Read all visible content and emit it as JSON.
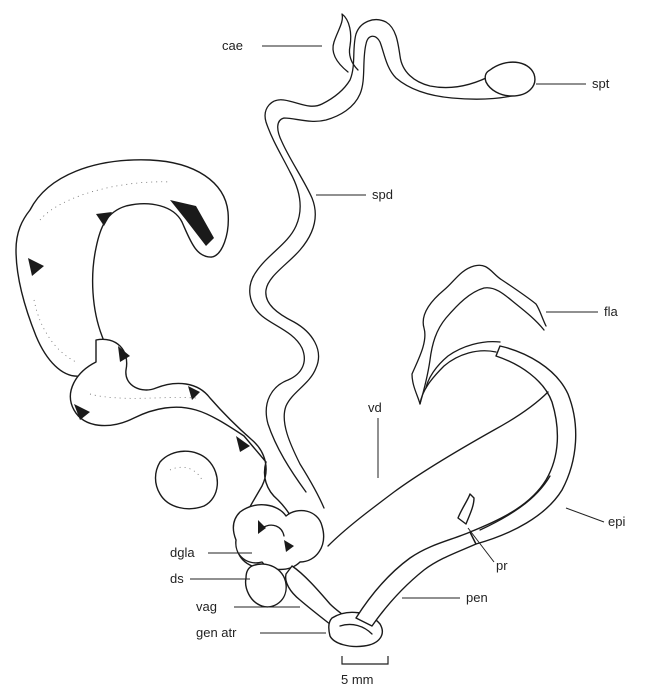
{
  "figure": {
    "labels": {
      "cae": "cae",
      "spt": "spt",
      "spd": "spd",
      "fla": "fla",
      "vd": "vd",
      "epi": "epi",
      "pr": "pr",
      "dgla": "dgla",
      "ds": "ds",
      "pen": "pen",
      "vag": "vag",
      "gen_atr": "gen atr"
    },
    "scale_bar": {
      "label": "5 mm"
    }
  }
}
